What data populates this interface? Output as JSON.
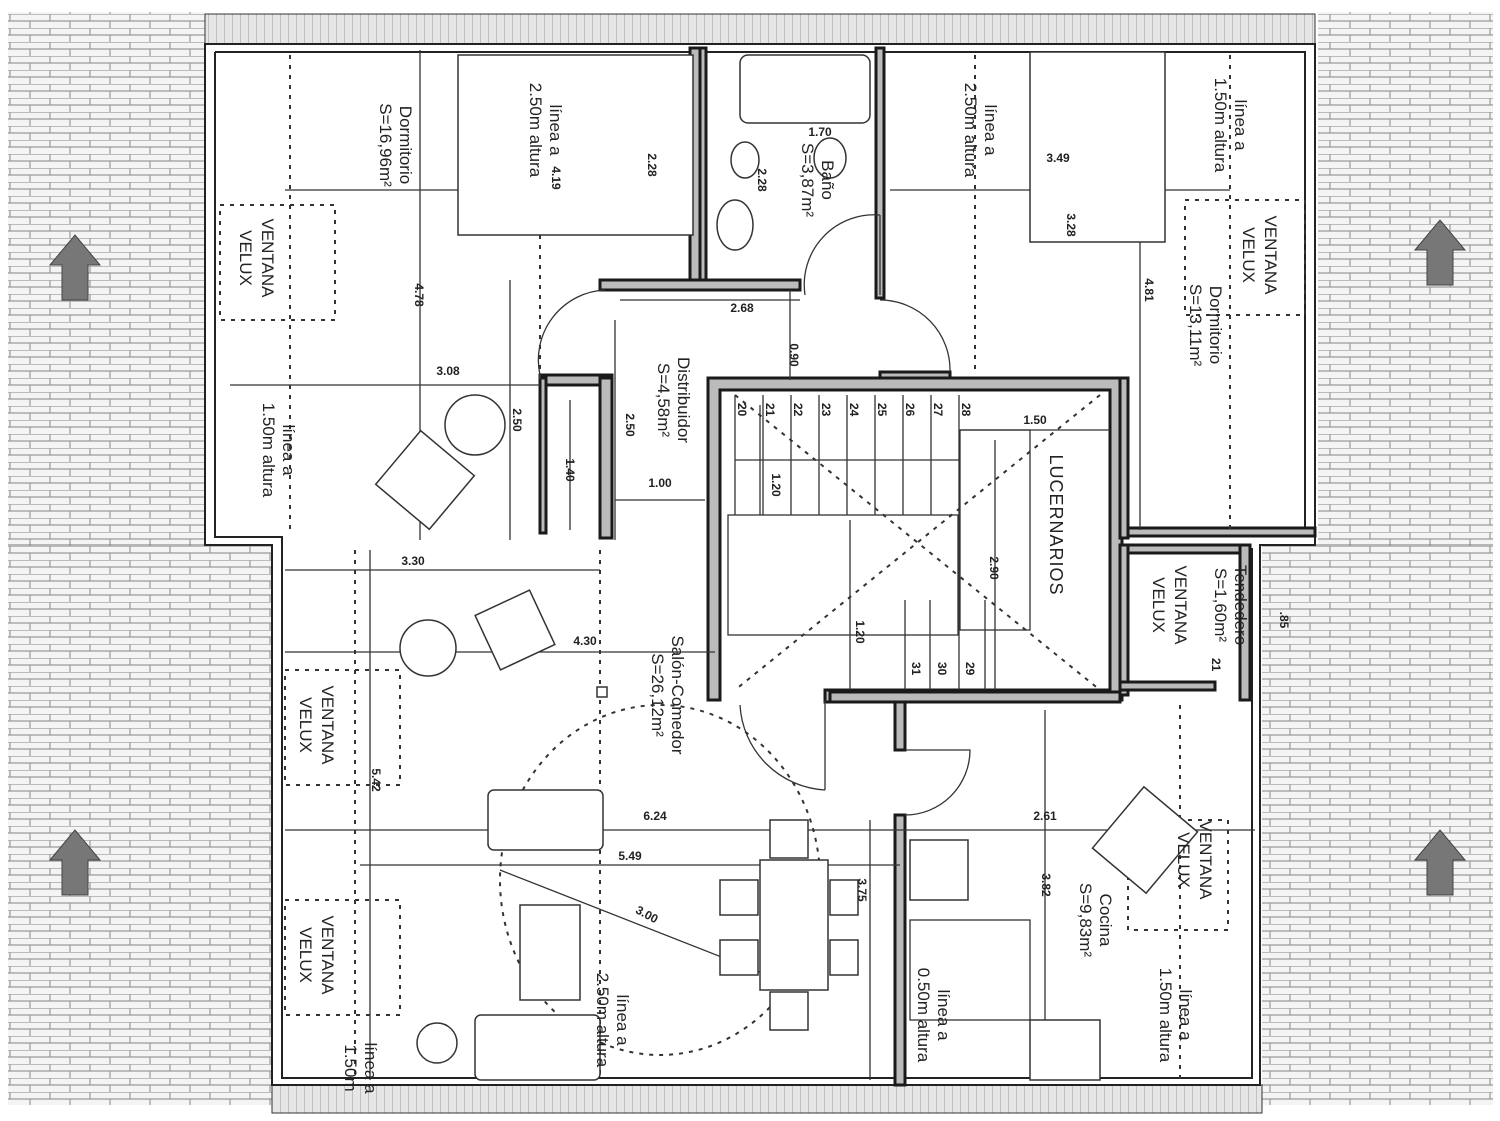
{
  "rooms": {
    "dormitorio_1": {
      "name": "Dormitorio",
      "area": "S=16,96m²"
    },
    "bano": {
      "name": "Baño",
      "area": "S=3,87m²"
    },
    "distribuidor": {
      "name": "Distribuidor",
      "area": "S=4,58m²"
    },
    "dormitorio_2": {
      "name": "Dormitorio",
      "area": "S=13,11m²"
    },
    "tendedero": {
      "name": "Tendedero",
      "area": "S=1,60m²"
    },
    "salon": {
      "name": "Salón-Comedor",
      "area": "S=26,12m²"
    },
    "cocina": {
      "name": "Cocina",
      "area": "S=9,83m²"
    },
    "lucernarios": "LUCERNARIOS"
  },
  "window": {
    "line1": "VENTANA",
    "line2": "VELUX"
  },
  "height_notes": {
    "prefix": "línea a",
    "h250": "2.50m altura",
    "h150": "1.50m altura",
    "h150_short": "1.50m",
    "h050": "0.50m altura"
  },
  "dimensions": {
    "d419": "4.19",
    "d228a": "2.28",
    "d228b": "2.28",
    "d170": "1.70",
    "d478": "4.78",
    "d268": "2.68",
    "d090": "0.90",
    "d308": "3.08",
    "d250a": "2.50",
    "d250b": "2.50",
    "d140": "1.40",
    "d100": "1.00",
    "d120a": "1.20",
    "d150": "1.50",
    "d290": "2.90",
    "d120b": "1.20",
    "d349": "3.49",
    "d328": "3.28",
    "d481": "4.81",
    "d085": ".85",
    "d330": "3.30",
    "d430": "4.30",
    "d542": "5.42",
    "d624": "6.24",
    "d549": "5.49",
    "d300": "3.00",
    "d375": "3.75",
    "d261": "2.61",
    "d382": "3.82"
  },
  "stair_steps": [
    "20",
    "21",
    "22",
    "23",
    "24",
    "25",
    "26",
    "27",
    "28",
    "29",
    "30",
    "31"
  ],
  "tendedero_step": "21"
}
